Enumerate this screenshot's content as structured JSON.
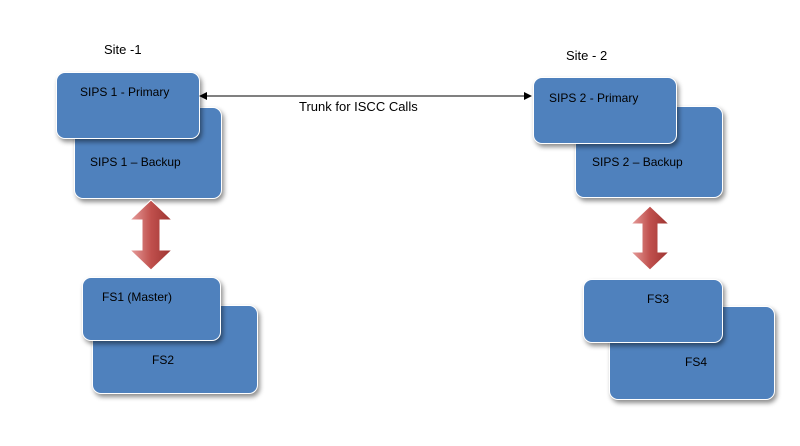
{
  "sites": [
    {
      "label": "Site -1",
      "primary": "SIPS 1 - Primary",
      "backup": "SIPS 1 – Backup",
      "fs_front": "FS1 (Master)",
      "fs_back": "FS2"
    },
    {
      "label": "Site - 2",
      "primary": "SIPS 2 - Primary",
      "backup": "SIPS 2 – Backup",
      "fs_front": "FS3",
      "fs_back": "FS4"
    }
  ],
  "trunk_label": "Trunk for ISCC Calls",
  "colors": {
    "box_fill": "#4f81bd",
    "box_border": "#ffffff",
    "double_arrow_fill": "#c0504d",
    "trunk_line": "#000000"
  }
}
